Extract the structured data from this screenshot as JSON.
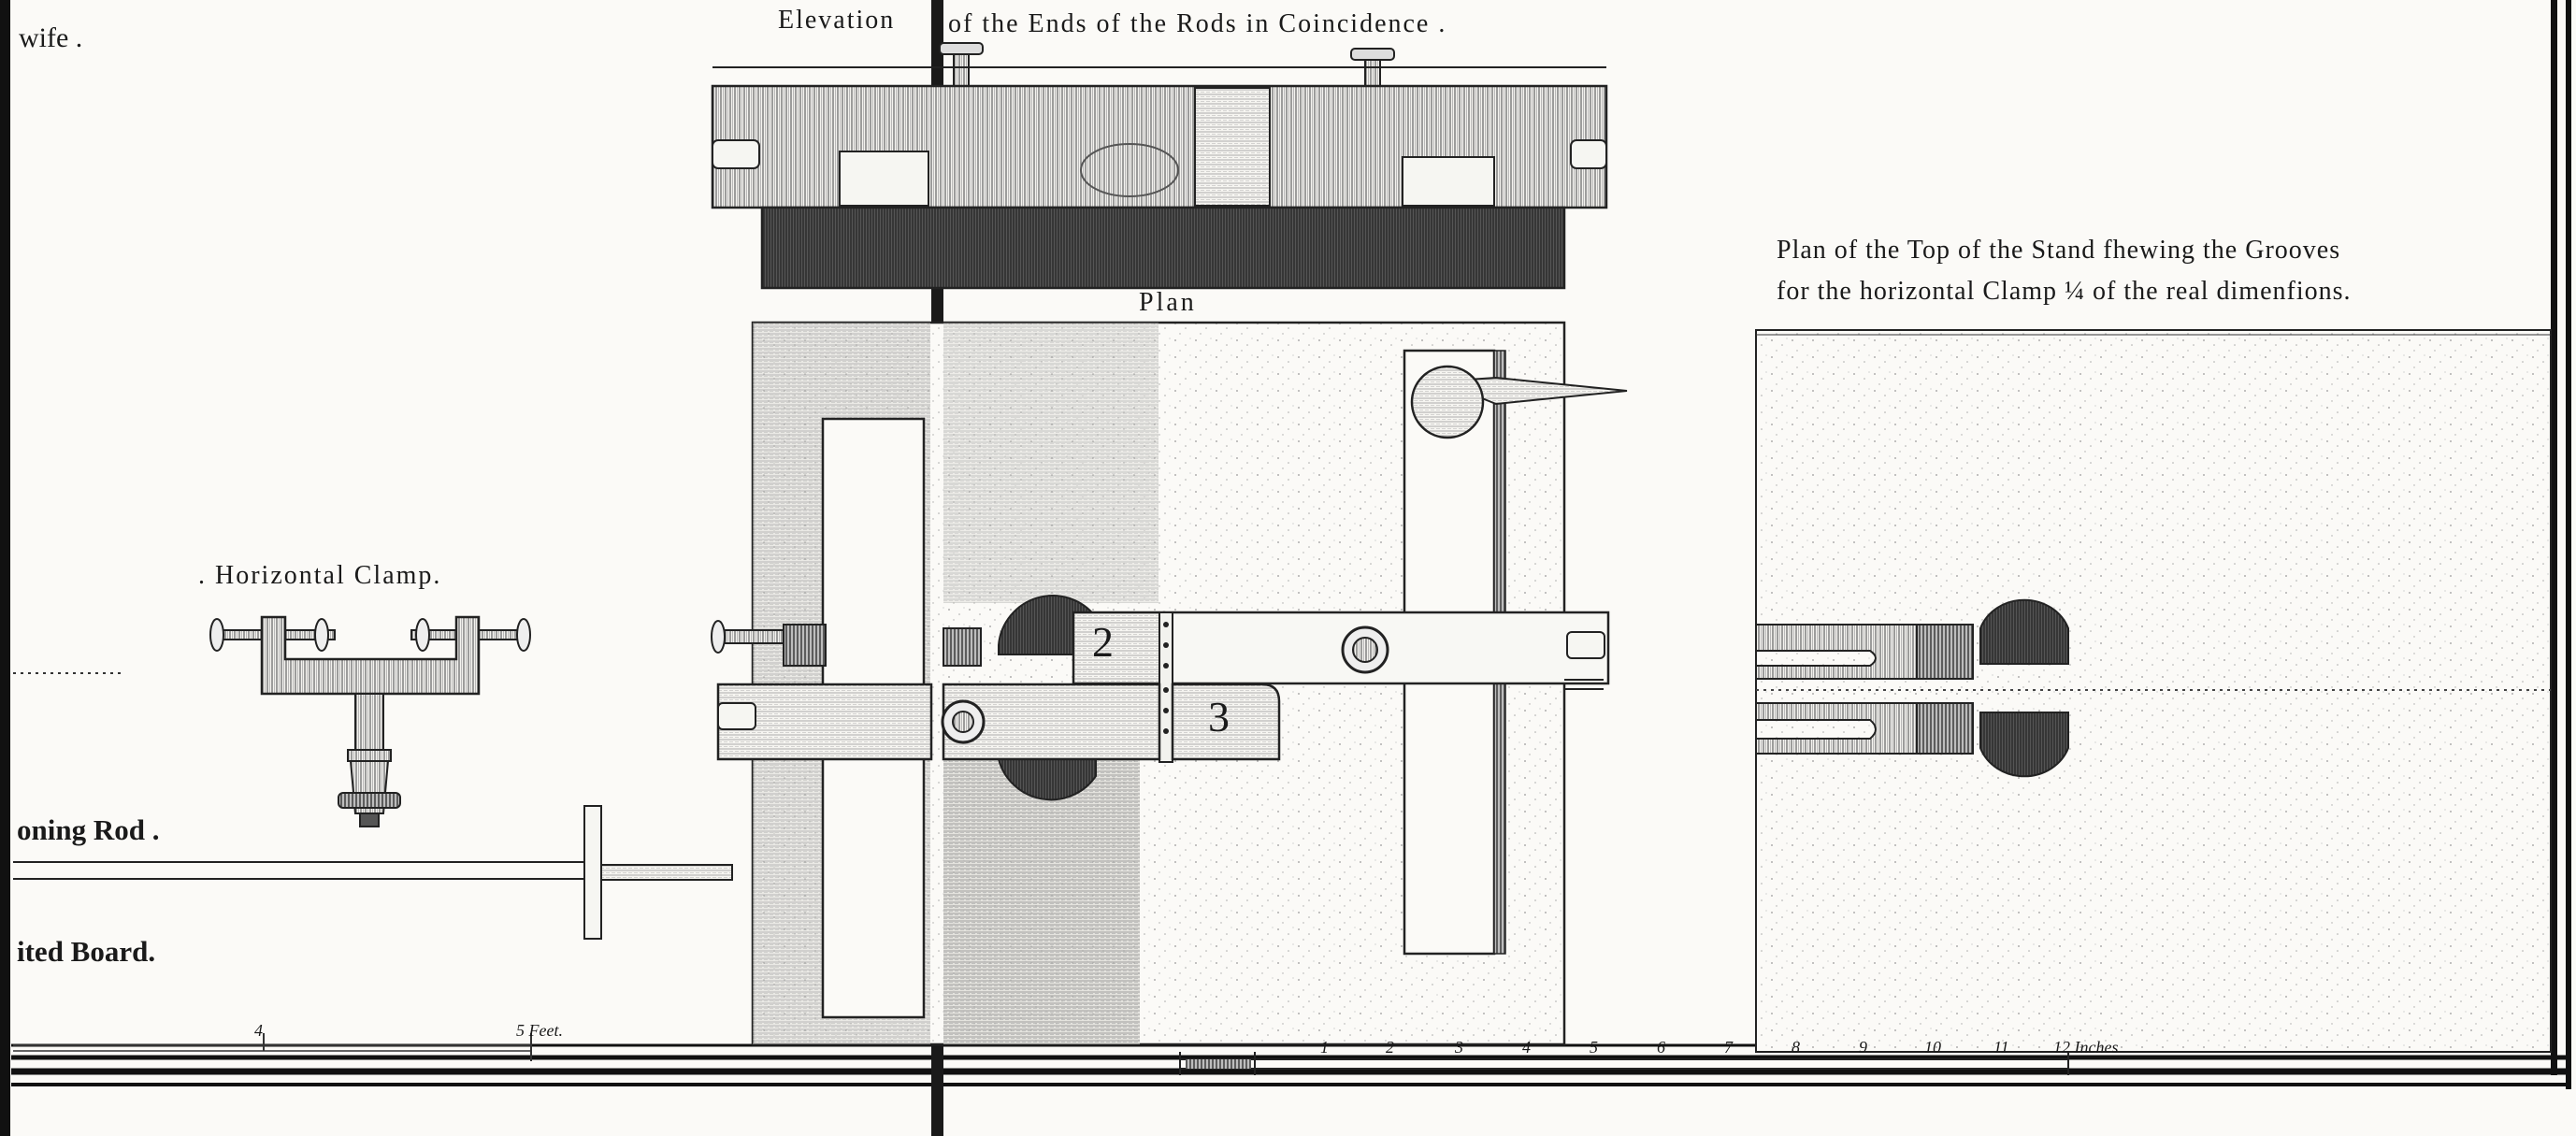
{
  "labels": {
    "left_fragment_1": "wife .",
    "horizontal_clamp_title": ". Horizontal Clamp.",
    "rod_fragment": "oning Rod .",
    "board_fragment": "ited Board.",
    "elevation_title_a": "Elevation",
    "elevation_title_b": "of the Ends of the Rods in Coincidence .",
    "plan_title": "Plan",
    "plan_top_line1": "Plan of the Top of the Stand fhewing the Grooves",
    "plan_top_line2": "for the horizontal Clamp ¼ of the real dimenfions.",
    "piece_2": "2",
    "piece_3": "3"
  },
  "scales": {
    "left_scale_ticks": [
      "4",
      "5 Feet."
    ],
    "right_scale_ticks": [
      "1",
      "2",
      "3",
      "4",
      "5",
      "6",
      "7",
      "8",
      "9",
      "10",
      "11",
      "12 Inches"
    ]
  },
  "colors": {
    "ink": "#1a1a1a",
    "paper": "#fbfaf7",
    "hatch_mid": "#9a9a9a",
    "hatch_dark": "#6a6a6a"
  }
}
